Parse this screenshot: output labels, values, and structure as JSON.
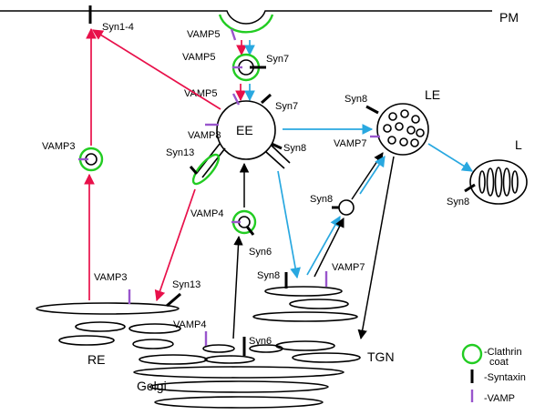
{
  "colors": {
    "clathrin": "#22cc22",
    "vamp": "#9955cc",
    "red_arrow": "#e8104a",
    "blue_arrow": "#29a8e0",
    "syntaxin": "#000000"
  },
  "compartments": {
    "pm": "PM",
    "ee": "EE",
    "le": "LE",
    "l": "L",
    "re": "RE",
    "tgn": "TGN",
    "golgi": "Golgi"
  },
  "labels": {
    "syn1_4": "Syn1-4",
    "vamp5_top": "VAMP5",
    "vamp5_mid": "VAMP5",
    "syn7_mid": "Syn7",
    "vamp5_ee": "VAMP5",
    "syn7_ee": "Syn7",
    "vamp8_ee": "VAMP8",
    "syn13_ee": "Syn13",
    "syn8_ee": "Syn8",
    "vamp3_left": "VAMP3",
    "syn8_le": "Syn8",
    "vamp7_le": "VAMP7",
    "syn8_l": "Syn8",
    "vamp4_ves": "VAMP4",
    "syn6_ves": "Syn6",
    "syn8_ves": "Syn8",
    "syn8_tgn": "Syn8",
    "vamp7_tgn": "VAMP7",
    "vamp3_re": "VAMP3",
    "syn13_re": "Syn13",
    "vamp4_golgi": "VAMP4",
    "syn6_golgi": "Syn6"
  },
  "legend": {
    "clathrin_line1": "-Clathrin",
    "clathrin_line2": "coat",
    "syntaxin": "-Syntaxin",
    "vamp": "-VAMP"
  }
}
